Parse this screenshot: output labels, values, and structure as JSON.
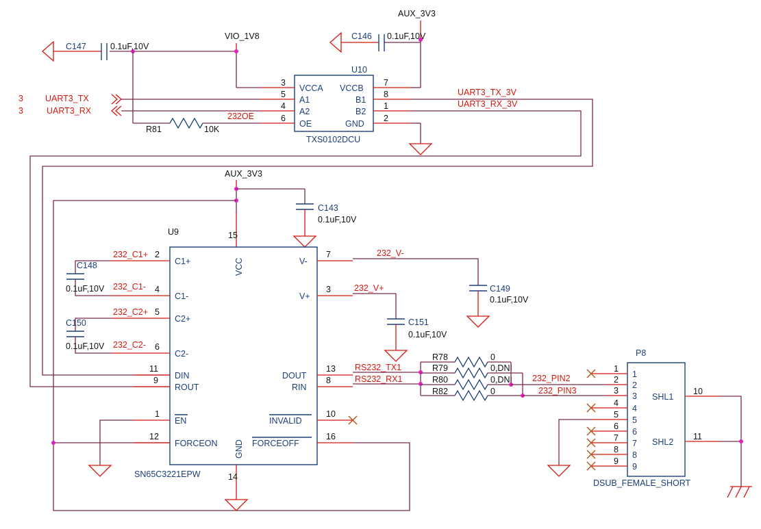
{
  "rails": {
    "vio_1v8": "VIO_1V8",
    "aux_3v3": "AUX_3V3"
  },
  "offpage": {
    "uart3_tx_sheet": "3",
    "uart3_tx": "UART3_TX",
    "uart3_rx_sheet": "3",
    "uart3_rx": "UART3_RX"
  },
  "nets": {
    "uart3_tx_3v": "UART3_TX_3V",
    "uart3_rx_3v": "UART3_RX_3V",
    "oe": "232OE",
    "c1p": "232_C1+",
    "c1n": "232_C1-",
    "c2p": "232_C2+",
    "c2n": "232_C2-",
    "vneg": "232_V-",
    "vpos": "232_V+",
    "rs232_tx": "RS232_TX1",
    "rs232_rx": "RS232_RX1",
    "pin2": "232_PIN2",
    "pin3": "232_PIN3"
  },
  "capacitors": {
    "c147": {
      "ref": "C147",
      "value": "0.1uF,10V"
    },
    "c146": {
      "ref": "C146",
      "value": "0.1uF,10V"
    },
    "c143": {
      "ref": "C143",
      "value": "0.1uF,10V"
    },
    "c148": {
      "ref": "C148",
      "value": "0.1uF,10V"
    },
    "c150": {
      "ref": "C150",
      "value": "0.1uF,10V"
    },
    "c149": {
      "ref": "C149",
      "value": "0.1uF,10V"
    },
    "c151": {
      "ref": "C151",
      "value": "0.1uF,10V"
    }
  },
  "resistors": {
    "r81": {
      "ref": "R81",
      "value": "10K"
    },
    "r78": {
      "ref": "R78",
      "value": "0"
    },
    "r79": {
      "ref": "R79",
      "value": "0,DNI"
    },
    "r80": {
      "ref": "R80",
      "value": "0,DNI"
    },
    "r82": {
      "ref": "R82",
      "value": "0"
    }
  },
  "u10": {
    "ref": "U10",
    "part": "TXS0102DCU",
    "pins_left": [
      {
        "num": "3",
        "name": "VCCA"
      },
      {
        "num": "5",
        "name": "A1"
      },
      {
        "num": "4",
        "name": "A2"
      },
      {
        "num": "6",
        "name": "OE"
      }
    ],
    "pins_right": [
      {
        "num": "7",
        "name": "VCCB"
      },
      {
        "num": "8",
        "name": "B1"
      },
      {
        "num": "1",
        "name": "B2"
      },
      {
        "num": "2",
        "name": "GND"
      }
    ]
  },
  "u9": {
    "ref": "U9",
    "part": "SN65C3221EPW",
    "pins_left": [
      {
        "num": "2",
        "name": "C1+"
      },
      {
        "num": "4",
        "name": "C1-"
      },
      {
        "num": "5",
        "name": "C2+"
      },
      {
        "num": "6",
        "name": "C2-"
      },
      {
        "num": "11",
        "name": "DIN"
      },
      {
        "num": "9",
        "name": "ROUT"
      },
      {
        "num": "1",
        "name": "EN"
      },
      {
        "num": "12",
        "name": "FORCEON"
      }
    ],
    "pins_right": [
      {
        "num": "7",
        "name": "V-"
      },
      {
        "num": "3",
        "name": "V+"
      },
      {
        "num": "13",
        "name": "DOUT"
      },
      {
        "num": "8",
        "name": "RIN"
      },
      {
        "num": "10",
        "name": "INVALID"
      },
      {
        "num": "16",
        "name": "FORCEOFF"
      }
    ],
    "vcc": {
      "num": "15",
      "name": "VCC"
    },
    "gnd": {
      "num": "14",
      "name": "GND"
    }
  },
  "p8": {
    "ref": "P8",
    "part": "DSUB_FEMALE_SHORT",
    "pins": [
      "1",
      "2",
      "3",
      "4",
      "5",
      "6",
      "7",
      "8",
      "9"
    ],
    "shell": [
      {
        "num": "10",
        "name": "SHL1"
      },
      {
        "num": "11",
        "name": "SHL2"
      }
    ]
  },
  "colors": {
    "wire": "#7a2a4a",
    "pin": "#d4180f",
    "body": "#1a3f7a",
    "junction": "#e020c0",
    "noconnect": "#b8521a"
  }
}
